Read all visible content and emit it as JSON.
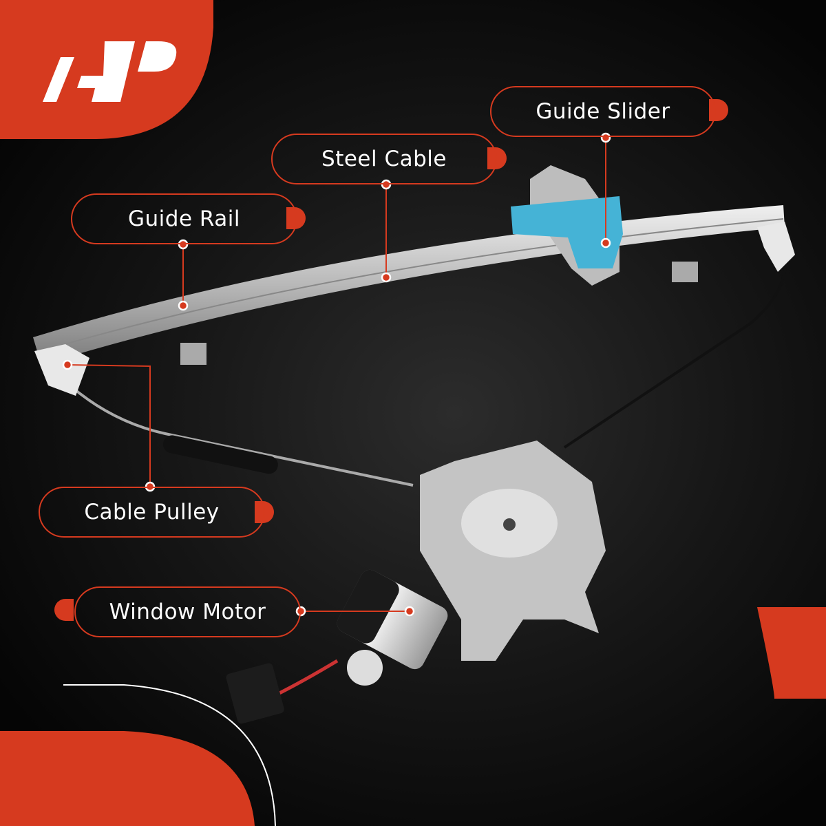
{
  "brand": {
    "logo_text": "AP",
    "accent": "#d63a1f"
  },
  "labels": {
    "guide_slider": "Guide Slider",
    "steel_cable": "Steel Cable",
    "guide_rail": "Guide Rail",
    "cable_pulley": "Cable Pulley",
    "window_motor": "Window Motor"
  }
}
